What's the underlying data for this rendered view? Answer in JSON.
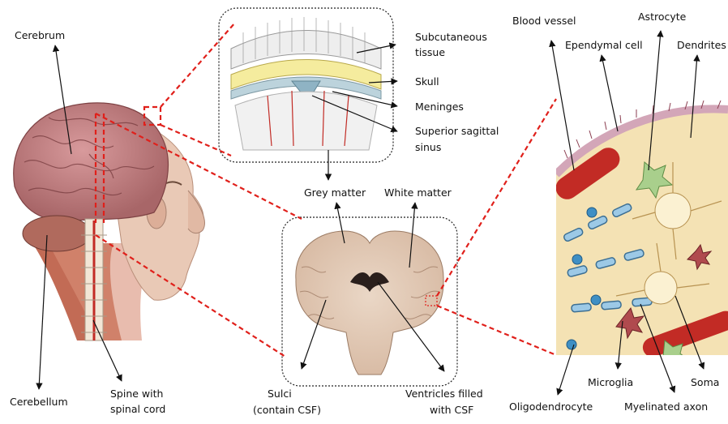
{
  "labels": {
    "cerebrum": "Cerebrum",
    "cerebellum": "Cerebellum",
    "spine_line1": "Spine with",
    "spine_line2": "spinal cord",
    "subcutaneous_line1": "Subcutaneous",
    "subcutaneous_line2": "tissue",
    "skull": "Skull",
    "meninges": "Meninges",
    "sinus_line1": "Superior sagittal",
    "sinus_line2": "sinus",
    "grey_matter": "Grey matter",
    "white_matter": "White matter",
    "sulci_line1": "Sulci",
    "sulci_line2": "(contain CSF)",
    "ventricles_line1": "Ventricles filled",
    "ventricles_line2": "with CSF",
    "blood_vessel": "Blood vessel",
    "ependymal_cell": "Ependymal cell",
    "astrocyte": "Astrocyte",
    "dendrites": "Dendrites",
    "microglia": "Microglia",
    "soma": "Soma",
    "oligodendrocyte": "Oligodendrocyte",
    "myelinated_axon": "Myelinated axon"
  },
  "colors": {
    "zoom_line": "#e0201b",
    "skin": "#e9c9b6",
    "brain": "#c88a8c",
    "tissue_bg": "#f4e2b4",
    "vessel": "#c22b25",
    "myelin": "#9cc9e6",
    "astrocyte": "#a9cf8c",
    "microglia": "#b04a4e"
  }
}
